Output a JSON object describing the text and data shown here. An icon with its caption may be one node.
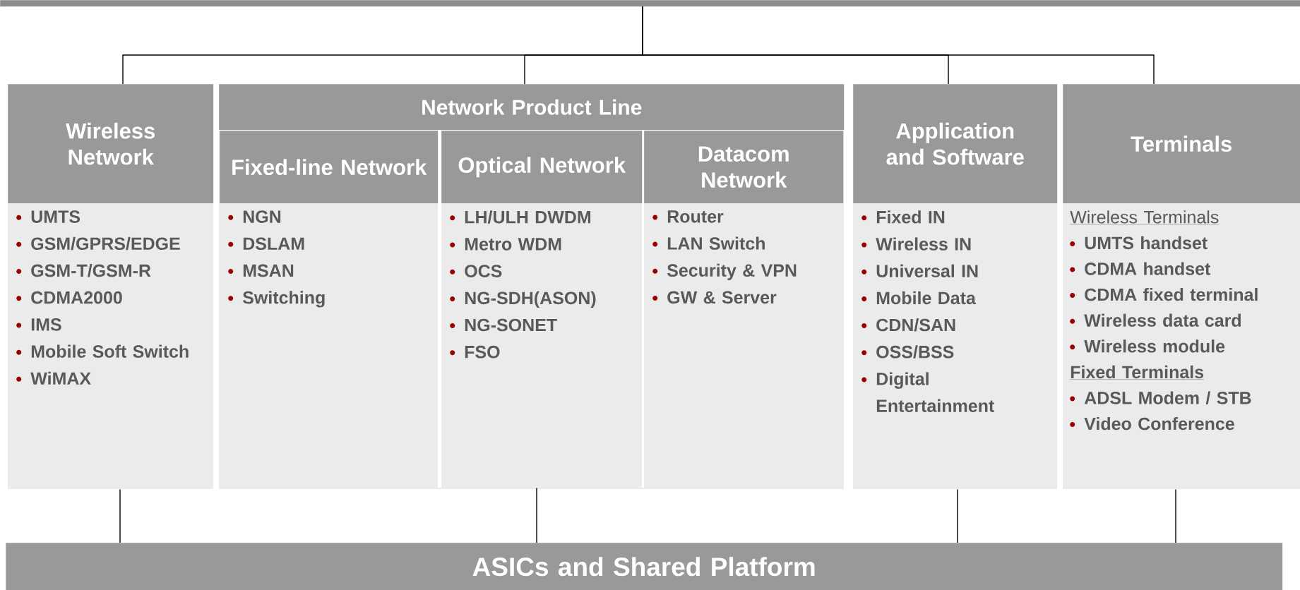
{
  "diagram": {
    "nodes": [
      {
        "text": [],
        "shape": "bar"
      },
      {
        "text": [
          "Wireless Network",
          "UMTS",
          "GSM/GPRS/EDGE",
          "GSM-T/GSM-R",
          "CDMA2000",
          "IMS",
          "Mobile Soft Switch",
          "WiMAX"
        ]
      },
      {
        "text": [
          "Network Product Line"
        ]
      },
      {
        "text": [
          "Fixed-line Network",
          "NGN",
          "DSLAM",
          "MSAN",
          "Switching"
        ],
        "in": 2
      },
      {
        "text": [
          "Optical Network",
          "LH/ULH DWDM",
          "Metro WDM",
          "OCS",
          "NG-SDH(ASON)",
          "NG-SONET",
          "FSO"
        ],
        "in": 2
      },
      {
        "text": [
          "Datacom Network",
          "Router",
          "LAN Switch",
          "Security & VPN",
          "GW & Server"
        ],
        "in": 2
      },
      {
        "text": [
          "Application and Software",
          "Fixed IN",
          "Wireless IN",
          "Universal IN",
          "Mobile Data",
          "CDN/SAN",
          "OSS/BSS",
          "Digital Entertainment"
        ]
      },
      {
        "text": [
          "Terminals",
          "Wireless Terminals",
          "UMTS handset",
          "CDMA handset",
          "CDMA fixed terminal",
          "Wireless data card",
          "Wireless module",
          "Fixed Terminals",
          "ADSL Modem / STB",
          "Video Conference"
        ]
      },
      {
        "text": [
          "ASICs and Shared Platform"
        ]
      }
    ],
    "edges": [
      {
        "from": 0,
        "to": 1,
        "arrow": "none"
      },
      {
        "from": 0,
        "to": 2,
        "arrow": "none"
      },
      {
        "from": 0,
        "to": 6,
        "arrow": "none"
      },
      {
        "from": 0,
        "to": 7,
        "arrow": "none"
      },
      {
        "from": 1,
        "to": 8,
        "arrow": "none"
      },
      {
        "from": 4,
        "to": 8,
        "arrow": "none"
      },
      {
        "from": 6,
        "to": 8,
        "arrow": "none"
      },
      {
        "from": 7,
        "to": 8,
        "arrow": "none"
      }
    ]
  }
}
